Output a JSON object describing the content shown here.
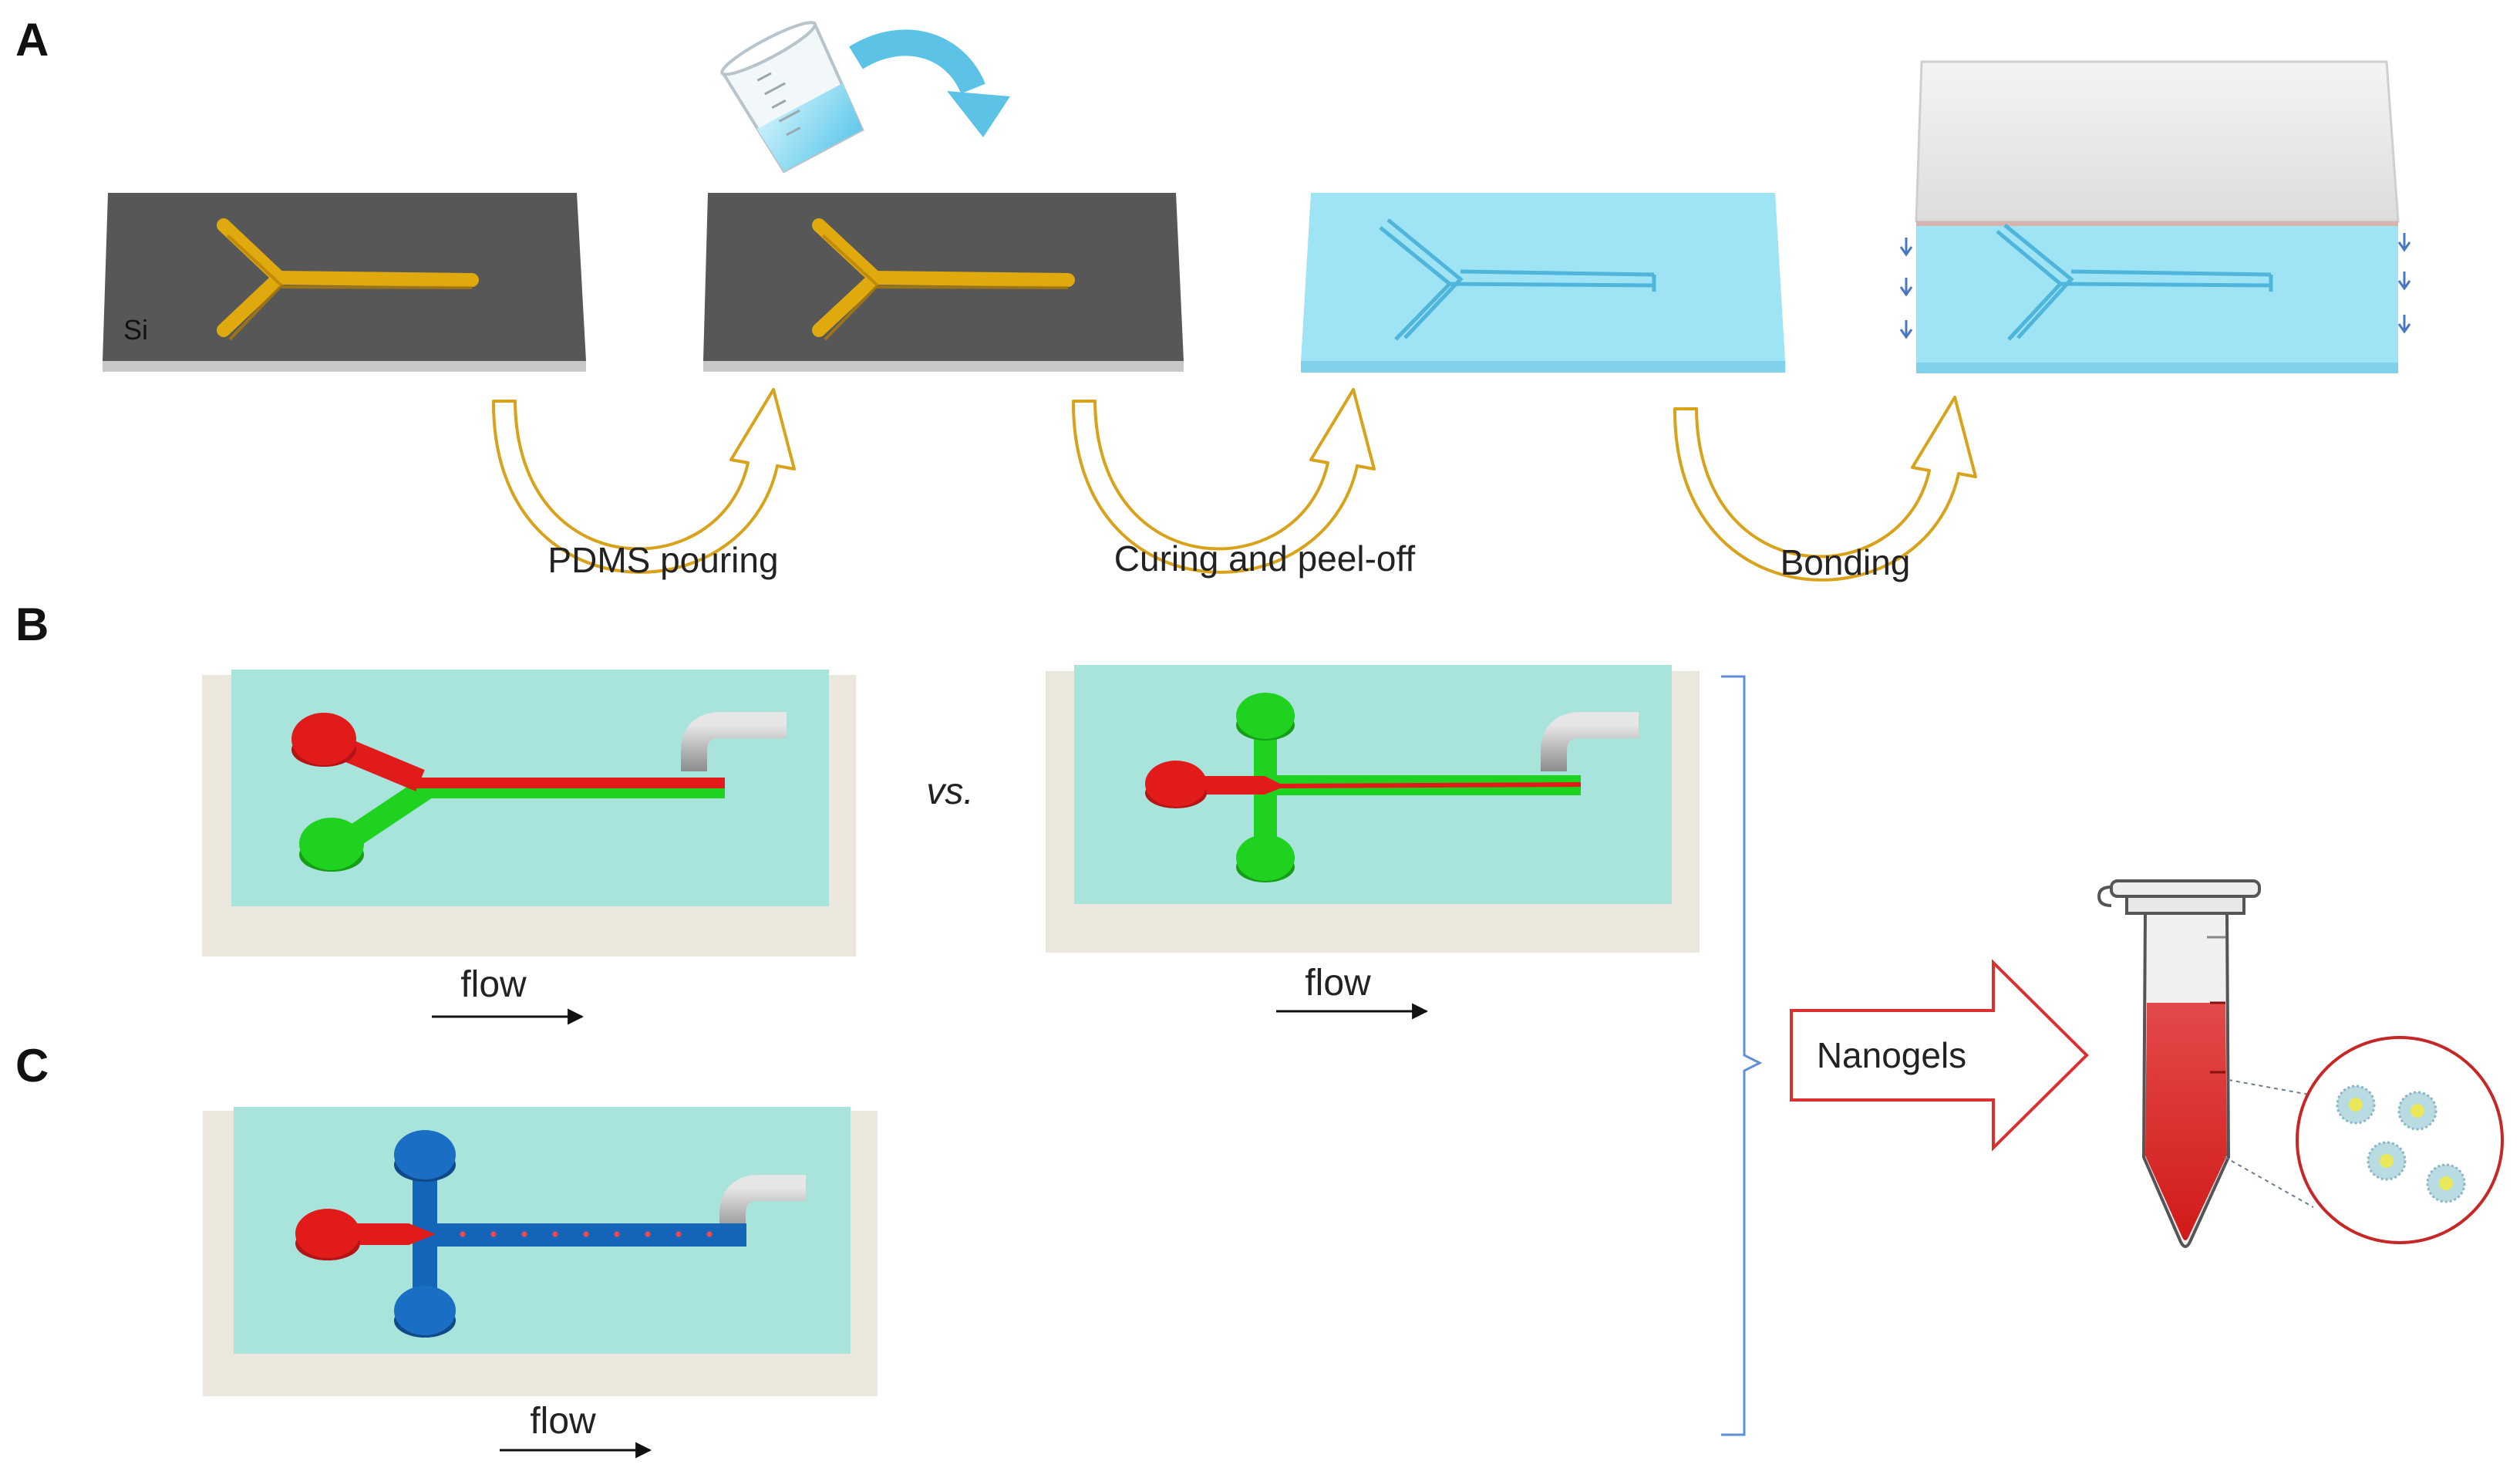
{
  "panels": {
    "a": {
      "letter": "A",
      "substrate_label": "Si"
    },
    "b": {
      "letter": "B",
      "vs_label": "vs."
    },
    "c": {
      "letter": "C"
    }
  },
  "steps": {
    "pouring": "PDMS pouring",
    "curing": "Curing and peel-off",
    "bonding": "Bonding"
  },
  "flow_label": "flow",
  "product_label": "Nanogels",
  "colors": {
    "wafer": "#555555",
    "gold_channel": "#e0a90e",
    "pdms_blue": "#9fe4f5",
    "chip_teal": "#a8e3dc",
    "chip_frame": "#ece7dc",
    "red_stream": "#e11a1a",
    "green_stream": "#1fd21f",
    "blue_stream": "#1565b8",
    "step_arrow": "#d9a21b",
    "bracket": "#5f8fd6",
    "nanogel_arrow": "#d93030"
  }
}
